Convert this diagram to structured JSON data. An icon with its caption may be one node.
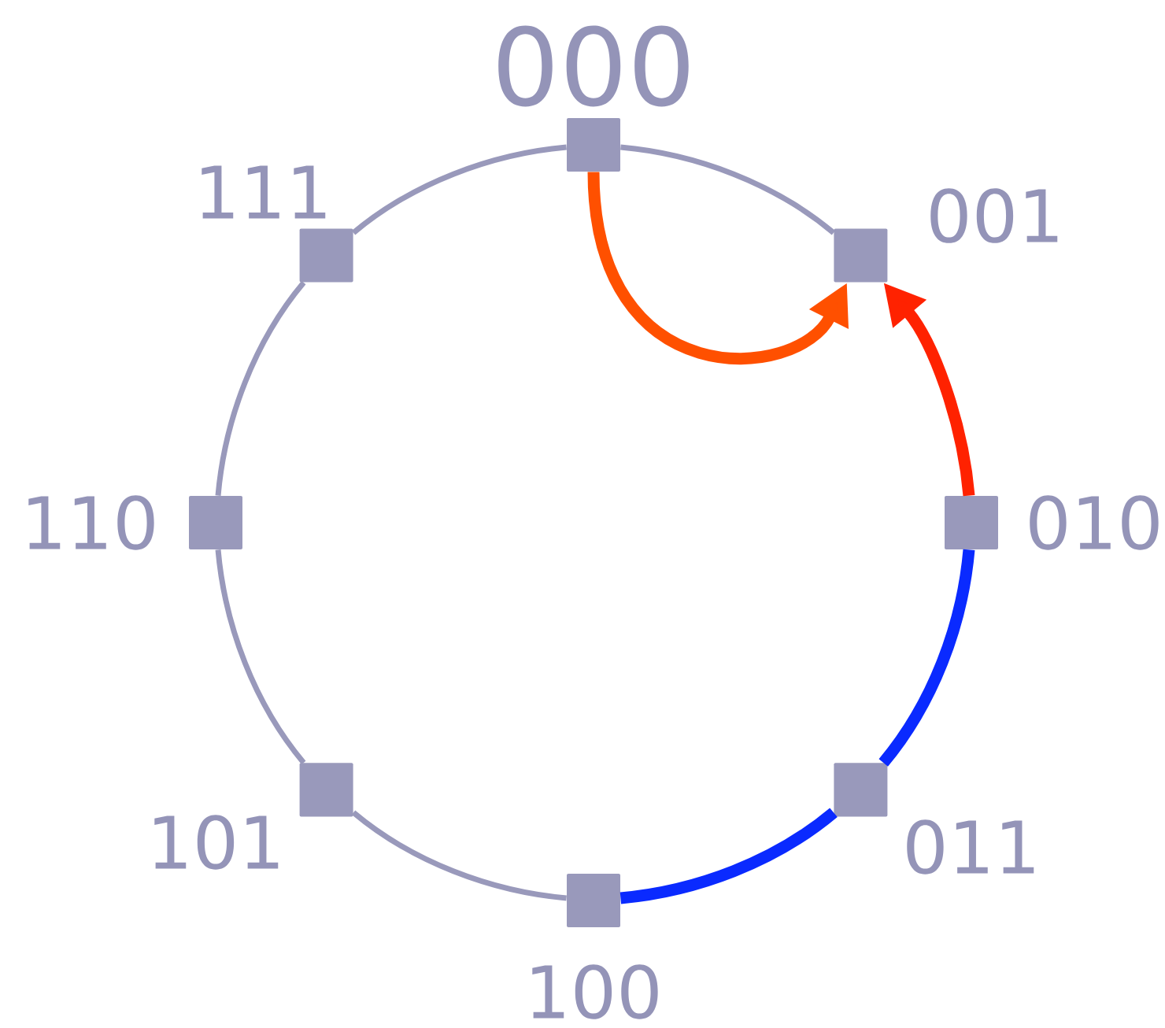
{
  "diagram": {
    "nodes": [
      {
        "text": [],
        "shape": "box",
        "beside": [
          "000"
        ]
      },
      {
        "text": [],
        "shape": "box",
        "beside": [
          "001"
        ]
      },
      {
        "text": [],
        "shape": "box",
        "beside": [
          "010"
        ]
      },
      {
        "text": [],
        "shape": "box",
        "beside": [
          "011"
        ]
      },
      {
        "text": [],
        "shape": "box",
        "beside": [
          "100"
        ]
      },
      {
        "text": [],
        "shape": "box",
        "beside": [
          "101"
        ]
      },
      {
        "text": [],
        "shape": "box",
        "beside": [
          "110"
        ]
      },
      {
        "text": [],
        "shape": "box",
        "beside": [
          "111"
        ]
      }
    ],
    "edges": [
      {
        "from": 0,
        "to": 1,
        "arrow": "none"
      },
      {
        "from": 4,
        "to": 5,
        "arrow": "none"
      },
      {
        "from": 5,
        "to": 6,
        "arrow": "none"
      },
      {
        "from": 6,
        "to": 7,
        "arrow": "none"
      },
      {
        "from": 7,
        "to": 0,
        "arrow": "none"
      },
      {
        "from": 4,
        "to": 3,
        "arrow": "none",
        "style": "thick",
        "color": "#0a2aff"
      },
      {
        "from": 3,
        "to": 2,
        "arrow": "none",
        "style": "thick",
        "color": "#0a2aff"
      },
      {
        "from": 2,
        "to": 1,
        "arrow": "to",
        "style": "thick",
        "color": "#ff2200"
      },
      {
        "from": 0,
        "to": 1,
        "arrow": "to",
        "style": "thick",
        "color": "#ff5000"
      }
    ]
  }
}
